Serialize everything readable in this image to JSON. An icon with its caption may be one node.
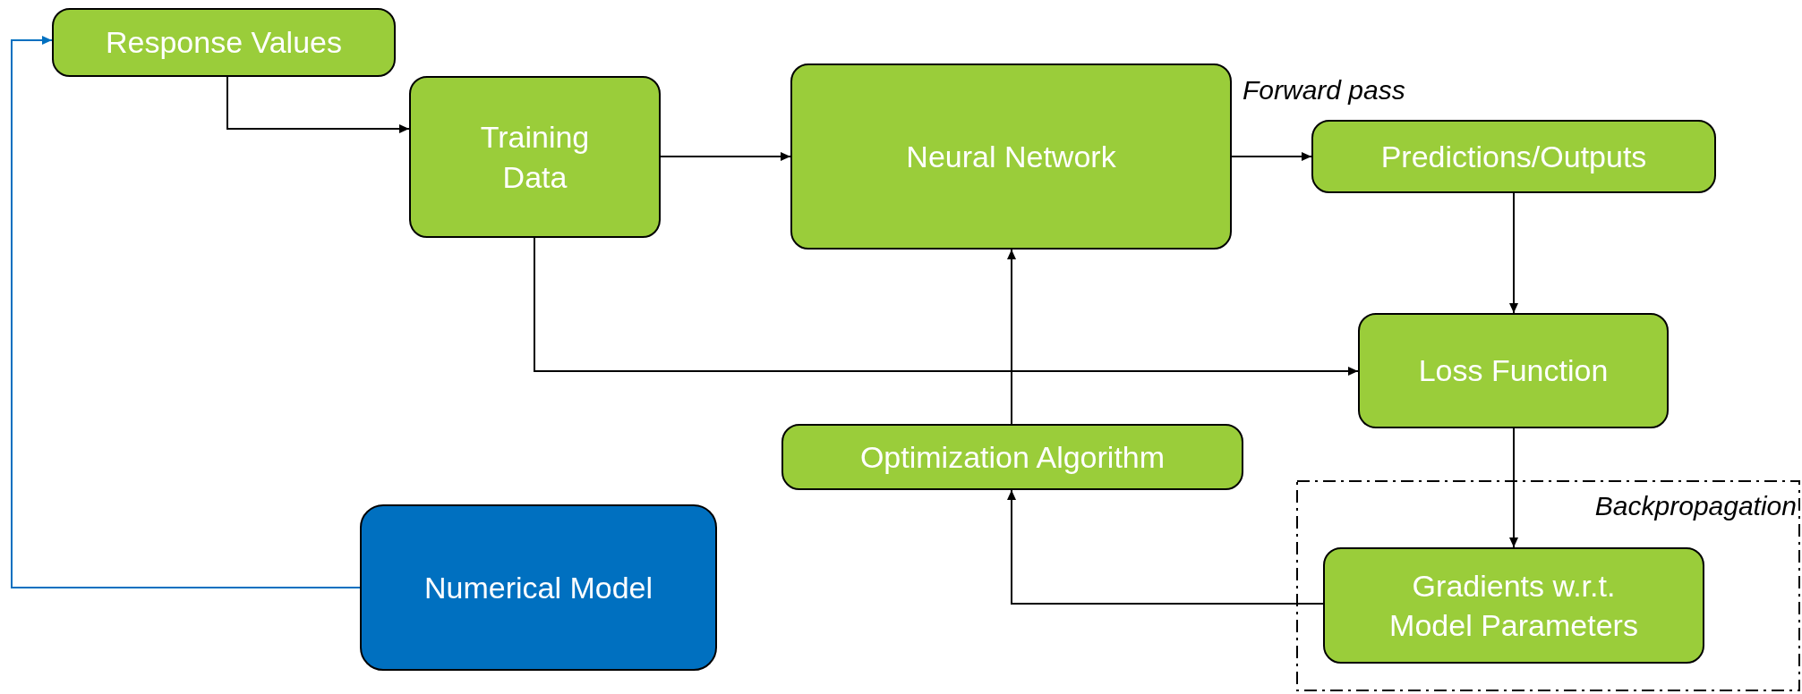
{
  "diagram": {
    "nodes": [
      {
        "text": [
          "Response Values"
        ]
      },
      {
        "text": [
          "Training Data"
        ]
      },
      {
        "text": [
          "Neural Network"
        ]
      },
      {
        "text": [
          "Predictions/Outputs"
        ]
      },
      {
        "text": [
          "Loss Function"
        ]
      },
      {
        "text": [
          "Optimization Algorithm"
        ]
      },
      {
        "text": [
          "Backpropagation"
        ]
      },
      {
        "text": [
          "Gradients w.r.t. Model Parameters"
        ],
        "in": 6
      },
      {
        "text": [
          "Numerical Model"
        ]
      }
    ],
    "edges": [
      {
        "from": 8,
        "to": 0,
        "arrow": "to",
        "color": "#0070c0"
      },
      {
        "from": 0,
        "to": 1,
        "arrow": "to"
      },
      {
        "from": 1,
        "to": 2,
        "arrow": "to"
      },
      {
        "from": 2,
        "to": 3,
        "arrow": "to",
        "label": "Forward pass"
      },
      {
        "from": 3,
        "to": 4,
        "arrow": "to"
      },
      {
        "from": 1,
        "to": 4,
        "arrow": "to"
      },
      {
        "from": 4,
        "to": 7,
        "arrow": "to"
      },
      {
        "from": 7,
        "to": 5,
        "arrow": "to"
      },
      {
        "from": 5,
        "to": 2,
        "arrow": "to"
      }
    ]
  }
}
